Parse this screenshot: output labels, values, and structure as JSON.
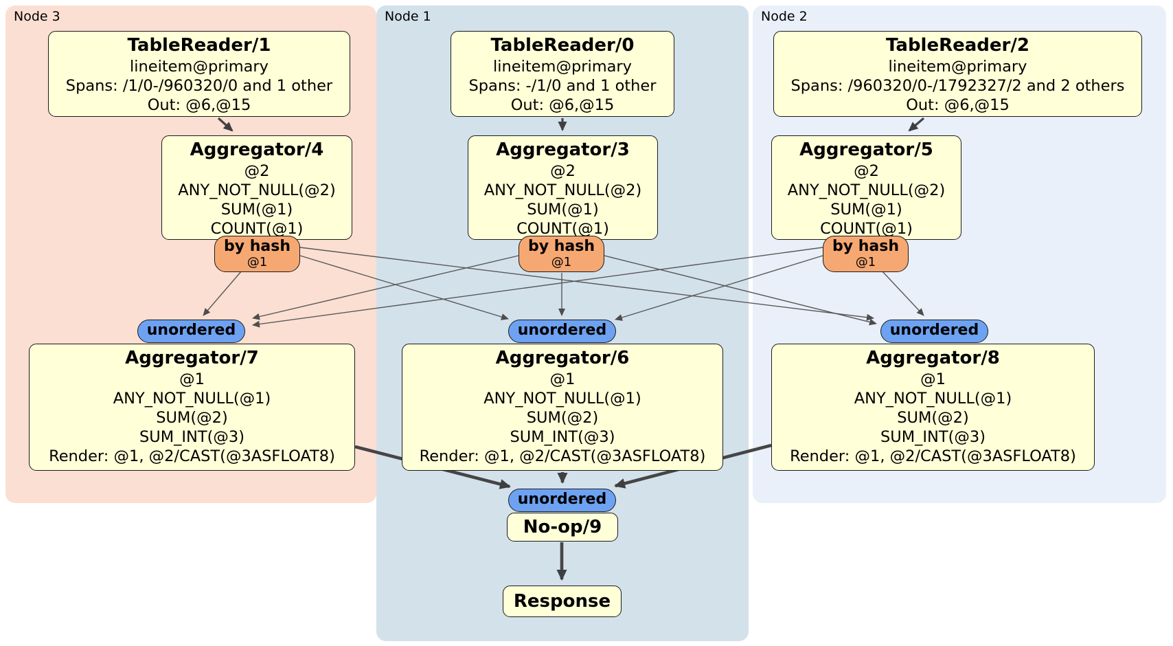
{
  "regions": [
    {
      "label": "Node 3",
      "color": "#fbdfd2"
    },
    {
      "label": "Node 1",
      "color": "#d3e1eb"
    },
    {
      "label": "Node 2",
      "color": "#e9f0f9"
    }
  ],
  "boxes": {
    "tr1": {
      "title": "TableReader/1",
      "lines": [
        "lineitem@primary",
        "Spans: /1/0-/960320/0 and 1 other",
        "Out: @6,@15"
      ]
    },
    "tr0": {
      "title": "TableReader/0",
      "lines": [
        "lineitem@primary",
        "Spans: -/1/0 and 1 other",
        "Out: @6,@15"
      ]
    },
    "tr2": {
      "title": "TableReader/2",
      "lines": [
        "lineitem@primary",
        "Spans: /960320/0-/1792327/2 and 2 others",
        "Out: @6,@15"
      ]
    },
    "agg4": {
      "title": "Aggregator/4",
      "lines": [
        "@2",
        "ANY_NOT_NULL(@2)",
        "SUM(@1)",
        "COUNT(@1)"
      ]
    },
    "agg3": {
      "title": "Aggregator/3",
      "lines": [
        "@2",
        "ANY_NOT_NULL(@2)",
        "SUM(@1)",
        "COUNT(@1)"
      ]
    },
    "agg5": {
      "title": "Aggregator/5",
      "lines": [
        "@2",
        "ANY_NOT_NULL(@2)",
        "SUM(@1)",
        "COUNT(@1)"
      ]
    },
    "agg7": {
      "title": "Aggregator/7",
      "lines": [
        "@1",
        "ANY_NOT_NULL(@1)",
        "SUM(@2)",
        "SUM_INT(@3)",
        "Render: @1, @2/CAST(@3ASFLOAT8)"
      ]
    },
    "agg6": {
      "title": "Aggregator/6",
      "lines": [
        "@1",
        "ANY_NOT_NULL(@1)",
        "SUM(@2)",
        "SUM_INT(@3)",
        "Render: @1, @2/CAST(@3ASFLOAT8)"
      ]
    },
    "agg8": {
      "title": "Aggregator/8",
      "lines": [
        "@1",
        "ANY_NOT_NULL(@1)",
        "SUM(@2)",
        "SUM_INT(@3)",
        "Render: @1, @2/CAST(@3ASFLOAT8)"
      ]
    },
    "noop": {
      "title": "No-op/9"
    },
    "response": {
      "title": "Response"
    }
  },
  "routers": [
    {
      "label": "by hash",
      "sub": "@1"
    },
    {
      "label": "by hash",
      "sub": "@1"
    },
    {
      "label": "by hash",
      "sub": "@1"
    }
  ],
  "syncs": [
    {
      "label": "unordered"
    },
    {
      "label": "unordered"
    },
    {
      "label": "unordered"
    },
    {
      "label": "unordered"
    }
  ],
  "colors": {
    "node_box_fill": "#ffffd8",
    "router_fill": "#f6a873",
    "sync_fill": "#6da2f2",
    "edge_color": "#4a4a4a"
  }
}
